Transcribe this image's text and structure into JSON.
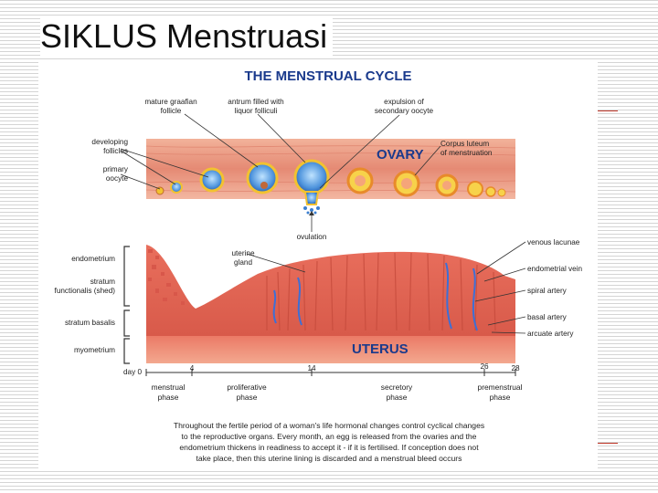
{
  "slide": {
    "title": "SIKLUS Menstruasi"
  },
  "figure": {
    "title": "THE MENSTRUAL CYCLE",
    "organ_labels": {
      "ovary": "OVARY",
      "uterus": "UTERUS"
    },
    "callouts": {
      "mature_follicle": [
        "mature graafian",
        "follicle"
      ],
      "antrum": [
        "antrum filled with",
        "liquor folliculi"
      ],
      "expulsion": [
        "expulsion of",
        "secondary oocyte"
      ],
      "developing_follicles": [
        "developing",
        "follicles"
      ],
      "primary_oocyte": [
        "primary",
        "oocyte"
      ],
      "corpus_luteum": [
        "Corpus luteum",
        "of menstruation"
      ],
      "ovulation": "ovulation",
      "endometrium": "endometrium",
      "uterine_gland": [
        "uterine",
        "gland"
      ],
      "stratum_functionalis": [
        "stratum",
        "functionalis (shed)"
      ],
      "stratum_basalis": "stratum basalis",
      "myometrium": "myometrium",
      "venous_lacunae": "venous lacunae",
      "endometrial_vein": "endometrial vein",
      "spiral_artery": "spiral artery",
      "basal_artery": "basal artery",
      "arcuate_artery": "arcuate artery"
    },
    "timeline": {
      "day_prefix": "day 0",
      "ticks": [
        "4",
        "14",
        "26",
        "28"
      ],
      "phases": [
        [
          "menstrual",
          "phase"
        ],
        [
          "proliferative",
          "phase"
        ],
        [
          "secretory",
          "phase"
        ],
        [
          "premenstrual",
          "phase"
        ]
      ]
    },
    "caption": [
      "Throughout the fertile period of a woman's life hormonal changes control cyclical changes",
      "to the reproductive organs. Every month, an egg is released from the ovaries and the",
      "endometrium thickens in readiness to accept it - if it is fertilised. If conception does not",
      "take place, then this uterine lining is discarded and a menstrual bleed occurs"
    ],
    "colors": {
      "title_blue": "#1a3a8c",
      "tissue_red": "#e06a5a",
      "ovary_pink": "#e9907c",
      "follicle_blue": "#3b7fd0",
      "corpus_yellow": "#f2c230",
      "vein_blue": "#3d6fd6"
    }
  }
}
